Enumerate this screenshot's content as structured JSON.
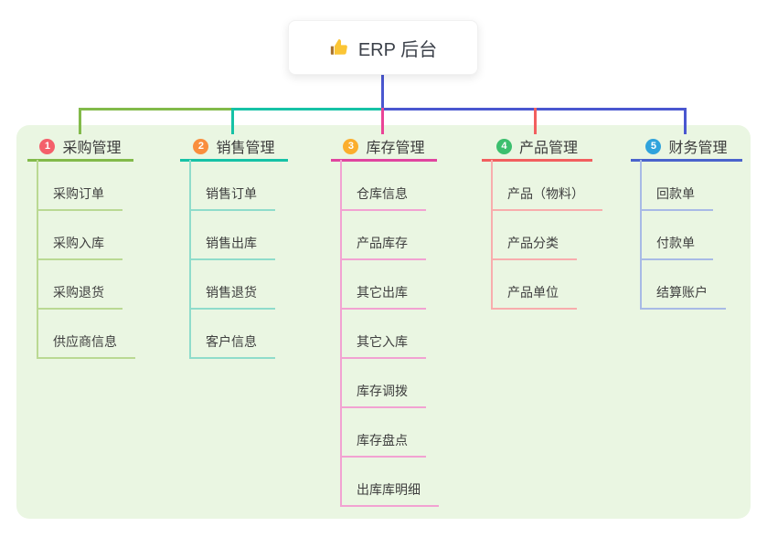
{
  "root": {
    "icon": "thumbs-up",
    "title": "ERP 后台"
  },
  "connectors": {
    "trunk_color": "#4a57d0",
    "bus_segments": [
      "#82ba4a",
      "#16c2a6",
      "#4a57d0"
    ]
  },
  "panel": {
    "background": "#eaf6e2"
  },
  "branches": [
    {
      "badge": "1",
      "title": "采购管理",
      "badge_color": "#f4606b",
      "line_color": "#82ba4a",
      "light_color": "#bad993",
      "drop_color": "#82ba4a",
      "children": [
        "采购订单",
        "采购入库",
        "采购退货",
        "供应商信息"
      ]
    },
    {
      "badge": "2",
      "title": "销售管理",
      "badge_color": "#f98e3d",
      "line_color": "#16c2a6",
      "light_color": "#8fdccb",
      "drop_color": "#16c2a6",
      "children": [
        "销售订单",
        "销售出库",
        "销售退货",
        "客户信息"
      ]
    },
    {
      "badge": "3",
      "title": "库存管理",
      "badge_color": "#fbae2d",
      "line_color": "#e0459f",
      "light_color": "#f2a2d2",
      "drop_color": "#ea4497",
      "children": [
        "仓库信息",
        "产品库存",
        "其它出库",
        "其它入库",
        "库存调拨",
        "库存盘点",
        "出库库明细"
      ]
    },
    {
      "badge": "4",
      "title": "产品管理",
      "badge_color": "#3cbf6e",
      "line_color": "#f25f5f",
      "light_color": "#f8adad",
      "drop_color": "#f25f5f",
      "children": [
        "产品（物料）",
        "产品分类",
        "产品单位"
      ]
    },
    {
      "badge": "5",
      "title": "财务管理",
      "badge_color": "#30a3dc",
      "line_color": "#4a63cc",
      "light_color": "#a8bae6",
      "drop_color": "#4a57d0",
      "children": [
        "回款单",
        "付款单",
        "结算账户"
      ]
    }
  ]
}
